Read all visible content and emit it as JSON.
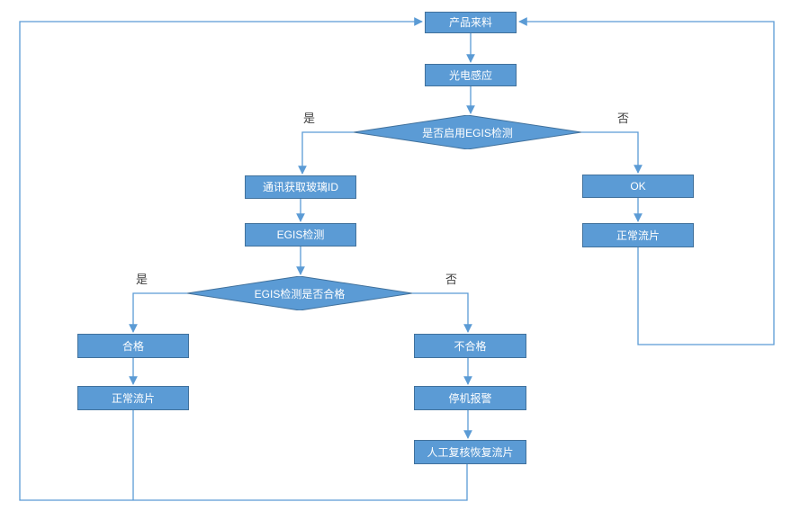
{
  "diagram": {
    "title": "EGIS detection flow",
    "colors": {
      "node_fill": "#5B9BD5",
      "node_border": "#41719C",
      "connector": "#5B9BD5",
      "node_text": "#ffffff",
      "edge_label_text": "#404040",
      "background": "#ffffff"
    },
    "nodes": {
      "product_incoming": {
        "label": "产品来料",
        "type": "process"
      },
      "photoelectric_sensing": {
        "label": "光电感应",
        "type": "process"
      },
      "decision_enable_egis": {
        "label": "是否启用EGIS检测",
        "type": "decision"
      },
      "comm_get_glass_id": {
        "label": "通讯获取玻璃ID",
        "type": "process"
      },
      "egis_check": {
        "label": "EGIS检测",
        "type": "process"
      },
      "decision_egis_pass": {
        "label": "EGIS检测是否合格",
        "type": "decision"
      },
      "qualified": {
        "label": "合格",
        "type": "process"
      },
      "normal_flow_left": {
        "label": "正常流片",
        "type": "process"
      },
      "unqualified": {
        "label": "不合格",
        "type": "process"
      },
      "stop_alarm": {
        "label": "停机报警",
        "type": "process"
      },
      "manual_review_resume": {
        "label": "人工复核恢复流片",
        "type": "process"
      },
      "ok": {
        "label": "OK",
        "type": "process"
      },
      "normal_flow_right": {
        "label": "正常流片",
        "type": "process"
      }
    },
    "edge_labels": {
      "decision1_yes": "是",
      "decision1_no": "否",
      "decision2_yes": "是",
      "decision2_no": "否"
    }
  }
}
